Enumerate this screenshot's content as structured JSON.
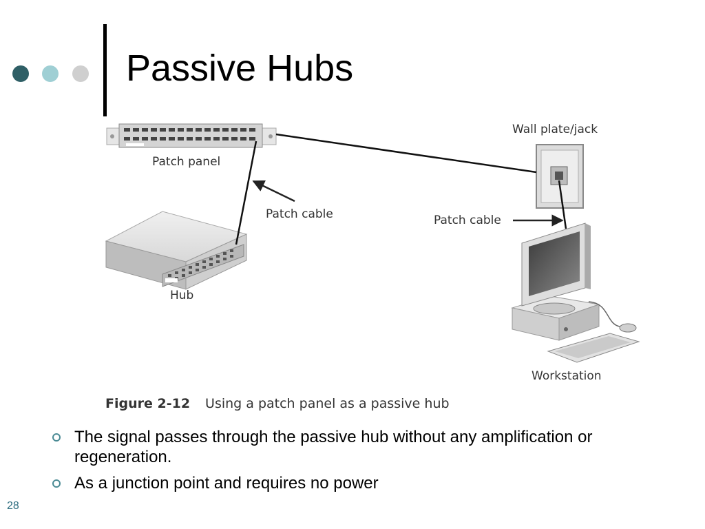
{
  "slide": {
    "title": "Passive Hubs",
    "page_number": "28",
    "dot_colors": [
      "#2f5f66",
      "#9fcfd4",
      "#cfcfcf"
    ]
  },
  "diagram": {
    "labels": {
      "patch_panel": "Patch panel",
      "wall_plate": "Wall plate/jack",
      "patch_cable_left": "Patch cable",
      "patch_cable_right": "Patch cable",
      "hub": "Hub",
      "workstation": "Workstation"
    },
    "caption": {
      "figure_number": "Figure 2-12",
      "text": "Using a patch panel as a passive hub"
    }
  },
  "bullets": [
    "The signal passes through the passive hub without any amplification or regeneration.",
    "As a junction point and requires no power"
  ]
}
